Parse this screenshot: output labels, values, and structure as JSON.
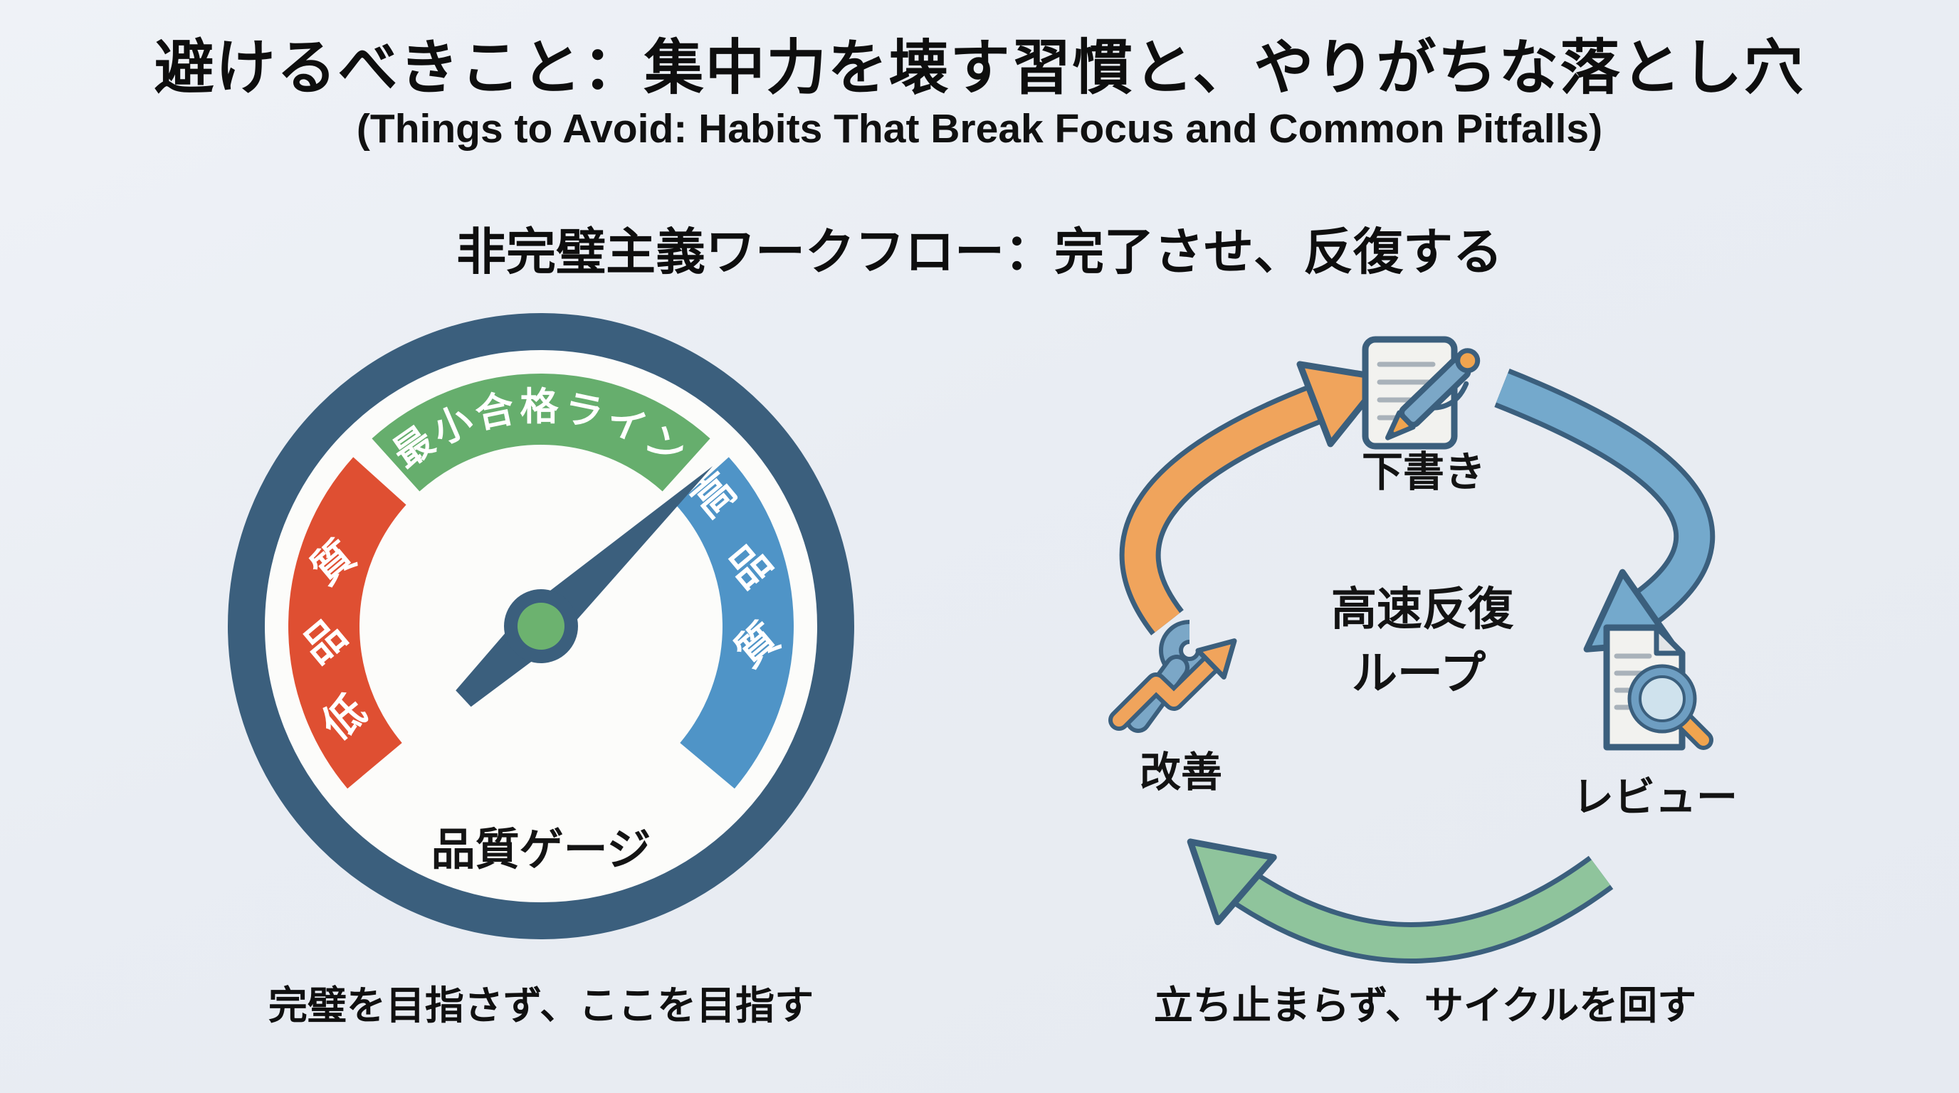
{
  "title": "避けるべきこと：集中力を壊す習慣と、やりがちな落とし穴",
  "subtitle": "(Things to Avoid: Habits That Break Focus and Common Pitfalls)",
  "section_header": "非完璧主義ワークフロー：完了させ、反復する",
  "colors": {
    "background": "#e9edf3",
    "slate": "#3b5f7d",
    "text": "#111111"
  },
  "gauge": {
    "title": "品質ゲージ",
    "caption": "完璧を目指さず、ここを目指す",
    "ring_color": "#3b5f7d",
    "needle_color": "#3b5f7d",
    "hub_inner_color": "#6cb26f",
    "needle_angle_deg": 47,
    "zones": [
      {
        "id": "low",
        "label": "低品質",
        "chars": [
          "低",
          "品",
          "質"
        ],
        "color": "#df4f32"
      },
      {
        "id": "pass",
        "label": "最小合格ライン",
        "color": "#66ae6d"
      },
      {
        "id": "high",
        "label": "高品質",
        "chars": [
          "高",
          "品",
          "質"
        ],
        "color": "#4f94c7"
      }
    ]
  },
  "cycle": {
    "center_label": [
      "高速反復",
      "ループ"
    ],
    "caption": "立ち止まらず、サイクルを回す",
    "steps": [
      {
        "label": "下書き",
        "icon": "document-pencil-icon"
      },
      {
        "label": "レビュー",
        "icon": "document-magnifier-icon"
      },
      {
        "label": "改善",
        "icon": "wrench-growth-icon"
      }
    ],
    "arrows": [
      {
        "from": "下書き",
        "to": "レビュー",
        "color": "#74a9cc"
      },
      {
        "from": "レビュー",
        "to": "改善",
        "color": "#8fc49c"
      },
      {
        "from": "改善",
        "to": "下書き",
        "color": "#f0a45c"
      }
    ]
  }
}
